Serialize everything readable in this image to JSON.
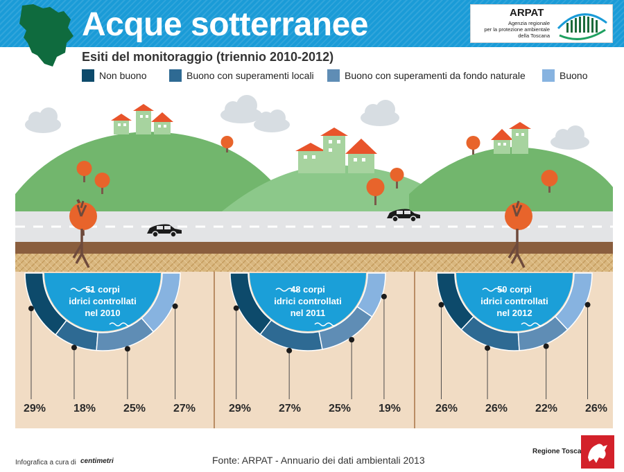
{
  "header": {
    "title": "Acque sotterranee",
    "subtitle": "Esiti del monitoraggio (triennio 2010-2012)"
  },
  "arpat": {
    "name": "ARPAT",
    "line1": "Agenzia regionale",
    "line2": "per la protezione ambientale",
    "line3": "della Toscana"
  },
  "colors": {
    "non_buono": "#0d4a6b",
    "buono_locali": "#2e6a93",
    "buono_fondo": "#5f8db5",
    "buono": "#87b3e0",
    "water": "#1b9fd8",
    "header": "#1a9bd7",
    "hill": "#72b66d",
    "soil": "#f1dcc4"
  },
  "chart_data": {
    "type": "pie",
    "legend": [
      "Non buono",
      "Buono con superamenti locali",
      "Buono con superamenti da fondo naturale",
      "Buono"
    ],
    "charts": [
      {
        "label_line1": "51 corpi",
        "label_line2": "idrici controllati",
        "label_line3": "nel 2010",
        "values": [
          29,
          18,
          25,
          27
        ],
        "labels": [
          "29%",
          "18%",
          "25%",
          "27%"
        ]
      },
      {
        "label_line1": "48 corpi",
        "label_line2": "idrici controllati",
        "label_line3": "nel 2011",
        "values": [
          29,
          27,
          25,
          19
        ],
        "labels": [
          "29%",
          "27%",
          "25%",
          "19%"
        ]
      },
      {
        "label_line1": "50 corpi",
        "label_line2": "idrici controllati",
        "label_line3": "nel 2012",
        "values": [
          26,
          26,
          22,
          26
        ],
        "labels": [
          "26%",
          "26%",
          "22%",
          "26%"
        ]
      }
    ]
  },
  "footer": {
    "credit": "Infografica a cura di",
    "credit_brand": "centimetri",
    "source": "Fonte: ARPAT - Annuario dei dati ambientali 2013",
    "regione": "Regione Toscana"
  }
}
